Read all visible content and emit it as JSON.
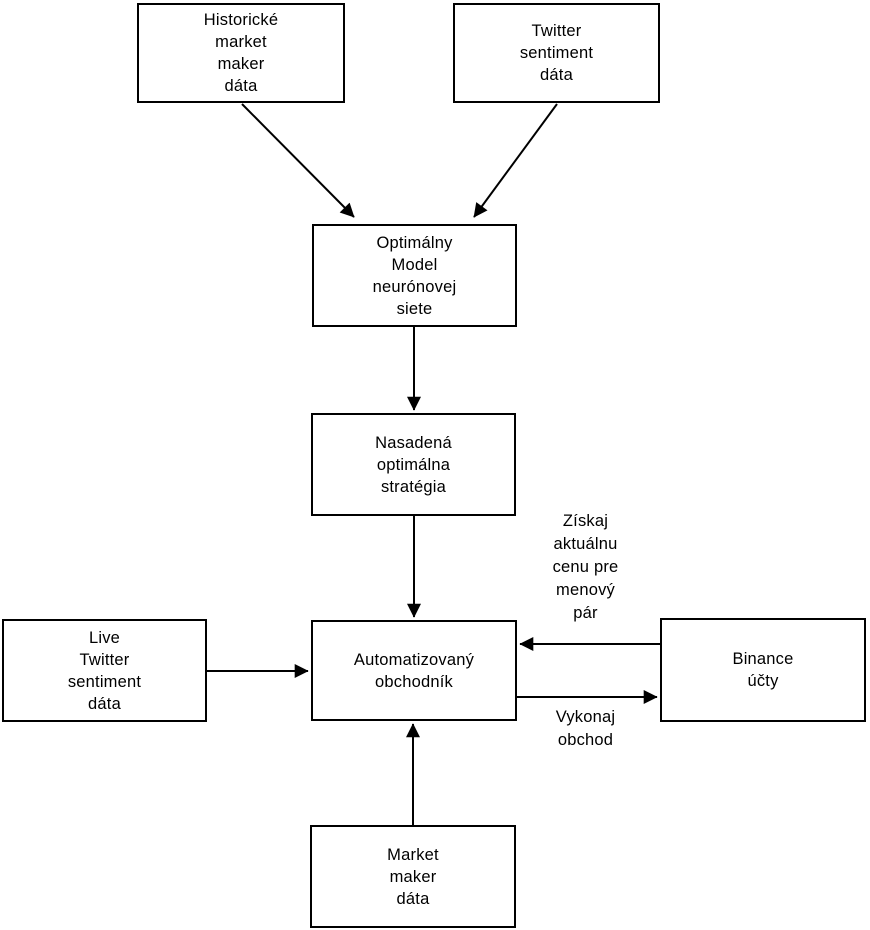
{
  "diagram": {
    "type": "flowchart",
    "background_color": "#ffffff",
    "line_color": "#000000",
    "node_fill": "#ffffff",
    "node_border": "#000000",
    "text_color": "#000000"
  },
  "nodes": {
    "historical_market_maker_data": {
      "label": "Historické\nmarket\nmaker\ndáta"
    },
    "twitter_sentiment_data": {
      "label": "Twitter\nsentiment\ndáta"
    },
    "optimal_neural_network_model": {
      "label": "Optimálny\nModel\nneurónovej\nsiete"
    },
    "deployed_optimal_strategy": {
      "label": "Nasadená\noptimálna\nstratégia"
    },
    "automated_trader": {
      "label": "Automatizovaný\nobchodník"
    },
    "live_twitter_sentiment_data": {
      "label": "Live\nTwitter\nsentiment\ndáta"
    },
    "binance_accounts": {
      "label": "Binance\núčty"
    },
    "market_maker_data": {
      "label": "Market\nmaker\ndáta"
    }
  },
  "edge_labels": {
    "get_current_price": "Získaj\naktuálnu\ncenu pre\nmenový\npár",
    "execute_trade": "Vykonaj\nobchod"
  },
  "edges": [
    {
      "from": "historical_market_maker_data",
      "to": "optimal_neural_network_model"
    },
    {
      "from": "twitter_sentiment_data",
      "to": "optimal_neural_network_model"
    },
    {
      "from": "optimal_neural_network_model",
      "to": "deployed_optimal_strategy"
    },
    {
      "from": "deployed_optimal_strategy",
      "to": "automated_trader"
    },
    {
      "from": "live_twitter_sentiment_data",
      "to": "automated_trader"
    },
    {
      "from": "binance_accounts",
      "to": "automated_trader",
      "label": "Získaj aktuálnu cenu pre menový pár"
    },
    {
      "from": "automated_trader",
      "to": "binance_accounts",
      "label": "Vykonaj obchod"
    },
    {
      "from": "market_maker_data",
      "to": "automated_trader"
    }
  ]
}
